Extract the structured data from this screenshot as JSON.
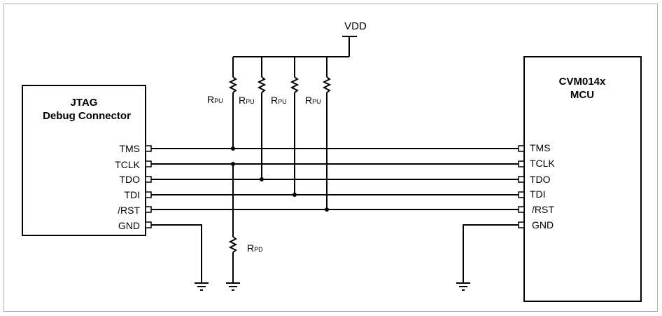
{
  "supply": {
    "label": "VDD"
  },
  "jtag": {
    "title_line1": "JTAG",
    "title_line2": "Debug Connector",
    "pins": [
      "TMS",
      "TCLK",
      "TDO",
      "TDI",
      "/RST",
      "GND"
    ]
  },
  "mcu": {
    "title_line1": "CVM014x",
    "title_line2": "MCU",
    "pins": [
      "TMS",
      "TCLK",
      "TDO",
      "TDI",
      "/RST",
      "GND"
    ]
  },
  "resistors": {
    "pullup_main": "R",
    "pullup_sub": "PU",
    "pulldown_main": "R",
    "pulldown_sub": "PD"
  }
}
